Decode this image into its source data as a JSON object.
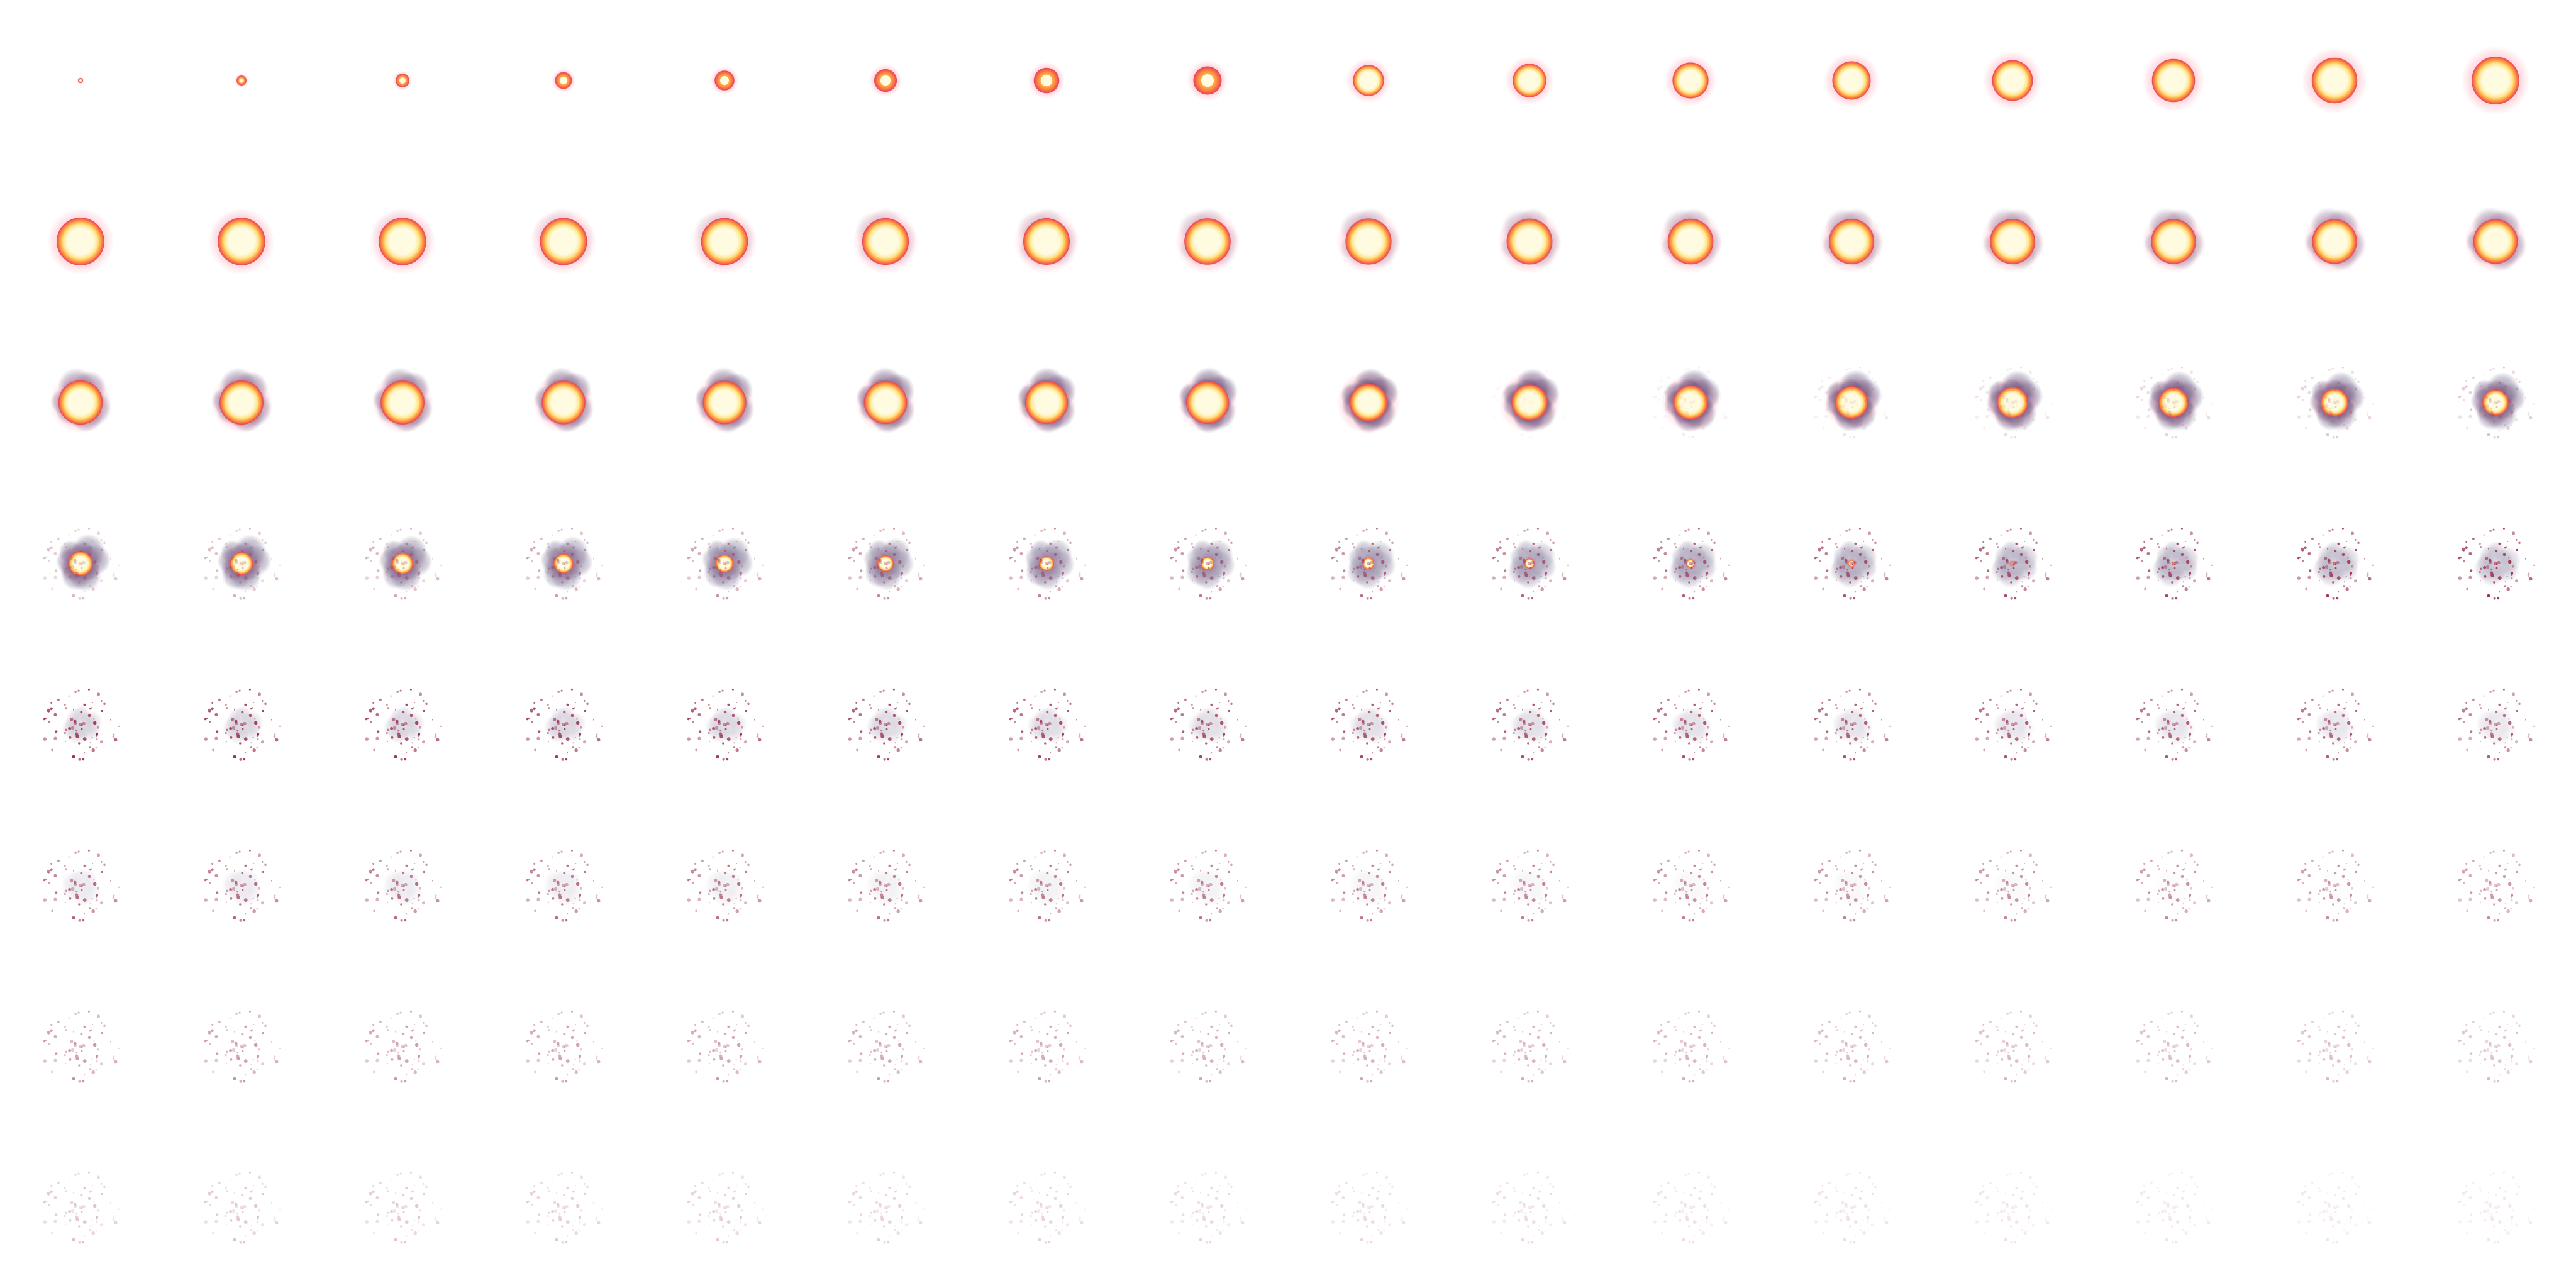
{
  "sprite_sheet": {
    "subject": "explosion",
    "frame_count": 128,
    "columns": 16,
    "rows": 8,
    "phases": [
      {
        "name": "ignition",
        "first_frame": 1,
        "last_frame": 16
      },
      {
        "name": "fireball",
        "first_frame": 17,
        "last_frame": 40
      },
      {
        "name": "smoke-collapse",
        "first_frame": 41,
        "last_frame": 64
      },
      {
        "name": "debris-fade",
        "first_frame": 65,
        "last_frame": 128
      }
    ]
  },
  "colors": {
    "background": "#ffffff",
    "core": "#fffbe0",
    "core_mid": "#ffe58a",
    "fire": "#ff9a3c",
    "fire_red": "#e8405a",
    "glow": "#ff5a7a",
    "smoke": "#4a3a6a",
    "debris": "#9a3050"
  }
}
